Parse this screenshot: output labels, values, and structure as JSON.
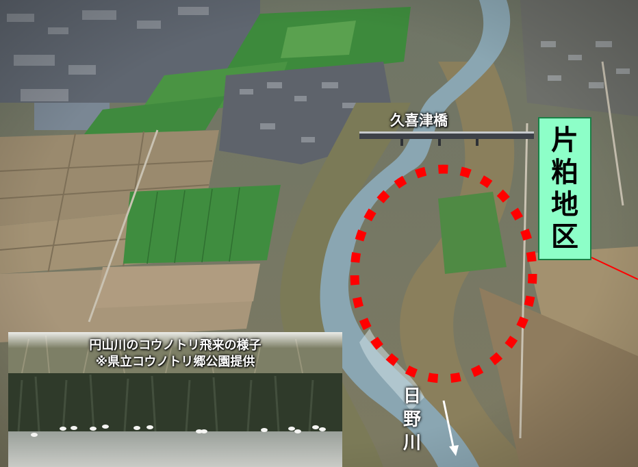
{
  "labels": {
    "bridge": "久喜津橋",
    "district_chars": [
      "片",
      "粕",
      "地",
      "区"
    ],
    "river_chars": [
      "日",
      "野",
      "川"
    ]
  },
  "inset": {
    "caption_line1": "円山川のコウノトリ飛来の様子",
    "caption_line2": "※県立コウノトリ郷公園提供"
  },
  "colors": {
    "highlight_circle": "#ff0000",
    "district_box_fill": "#8dffc8",
    "pointer_line": "#ff0000",
    "flow_arrow": "#ffffff"
  }
}
